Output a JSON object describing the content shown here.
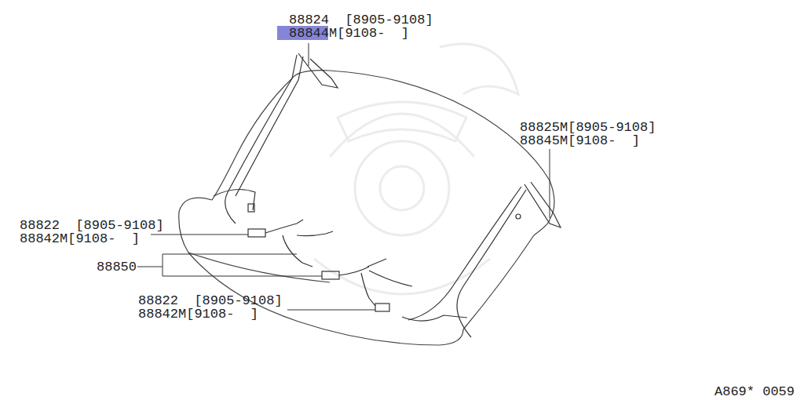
{
  "diagram": {
    "labels": [
      "88824  [8905-9108]",
      "88844M[9108-  ]",
      "88825M[8905-9108]",
      "88845M[9108-  ]",
      "88822  [8905-9108]",
      "88842M[9108-  ]",
      "88850",
      "88822  [8905-9108]",
      "88842M[9108-  ]",
      "A869* 0059"
    ]
  }
}
